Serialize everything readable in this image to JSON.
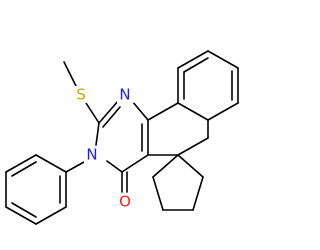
{
  "molecule": {
    "colors": {
      "bond": "#000000",
      "N": "#1a1aff",
      "S": "#c8a800",
      "O": "#ff1a1a"
    },
    "labels": {
      "S": "S",
      "N_top": "N",
      "N_left": "N",
      "O": "O"
    }
  }
}
